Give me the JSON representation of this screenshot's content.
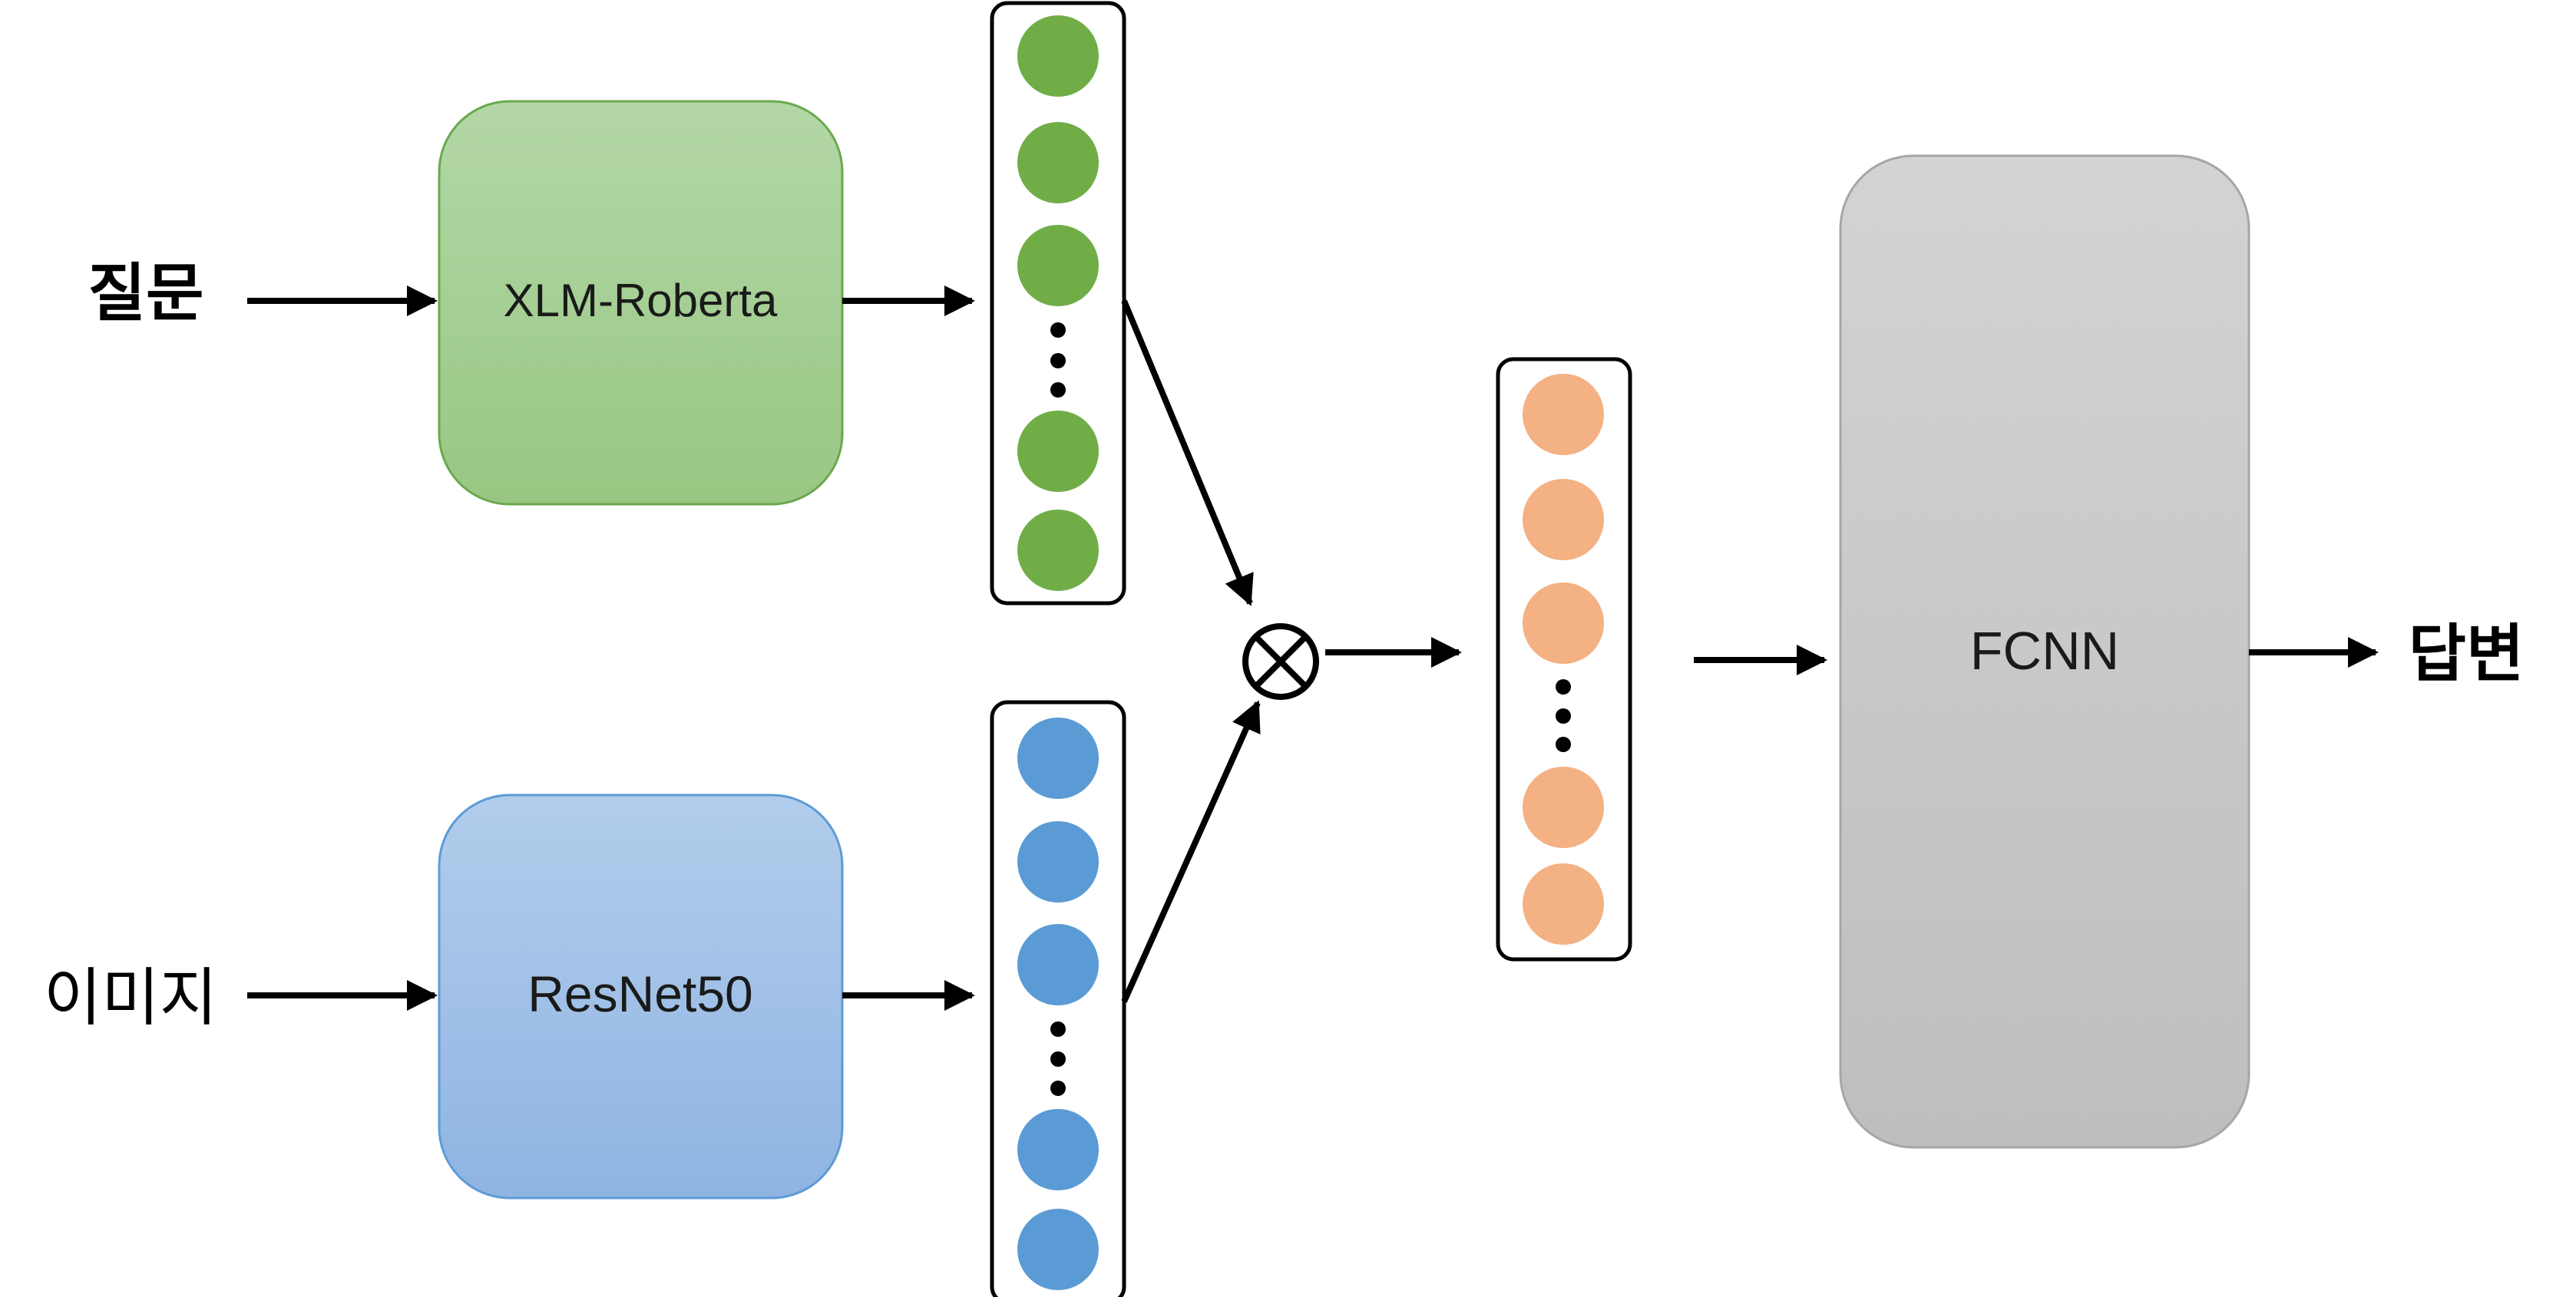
{
  "labels": {
    "question": "질문",
    "image": "이미지",
    "answer": "답변",
    "text_encoder": "XLM-Roberta",
    "image_encoder": "ResNet50",
    "classifier": "FCNN",
    "fusion_operator": "⊗"
  },
  "colors": {
    "text_encoder_fill_top": "#b3d7a6",
    "text_encoder_fill_bottom": "#98c783",
    "text_encoder_border": "#6aa84f",
    "image_encoder_fill_top": "#b2cdec",
    "image_encoder_fill_bottom": "#8fb4e2",
    "image_encoder_border": "#5b9bd5",
    "classifier_fill_top": "#d3d3d3",
    "classifier_fill_bottom": "#bebebe",
    "classifier_border": "#a6a6a6",
    "text_vector_node": "#70ad47",
    "image_vector_node": "#5b9bd5",
    "fused_vector_node": "#f4b183",
    "arrow": "#000000"
  }
}
